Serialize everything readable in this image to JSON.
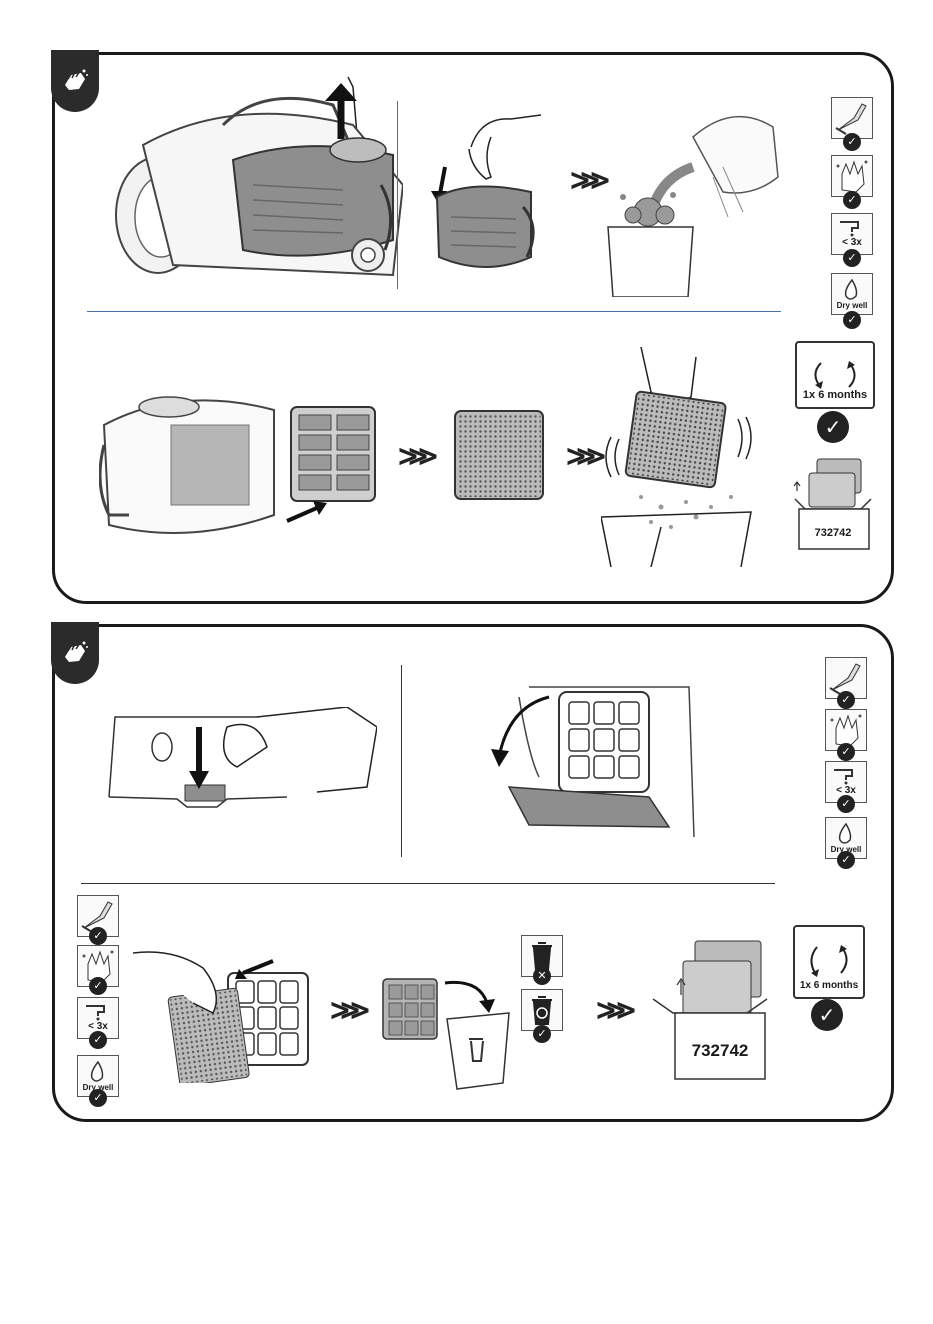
{
  "panel1": {
    "badge_icon": "hand-wipe-icon",
    "side_icons": [
      {
        "name": "brush-icon",
        "label": ""
      },
      {
        "name": "wash-hands-icon",
        "label": ""
      },
      {
        "name": "tap-icon",
        "label": "< 3x"
      },
      {
        "name": "dry-well-icon",
        "label": "Dry well"
      }
    ],
    "interval": "1x 6 months",
    "part_number": "732742"
  },
  "panel2": {
    "badge_icon": "hand-wipe-icon",
    "side_icons": [
      {
        "name": "brush-icon",
        "label": ""
      },
      {
        "name": "wash-hands-icon",
        "label": ""
      },
      {
        "name": "tap-icon",
        "label": "< 3x"
      },
      {
        "name": "dry-well-icon",
        "label": "Dry well"
      }
    ],
    "left_icons": [
      {
        "name": "brush-icon",
        "label": ""
      },
      {
        "name": "wash-hands-icon",
        "label": ""
      },
      {
        "name": "tap-icon",
        "label": "< 3x"
      },
      {
        "name": "dry-well-icon",
        "label": "Dry well"
      }
    ],
    "trash_icons": [
      {
        "name": "trash-bin-icon",
        "mark": "✕"
      },
      {
        "name": "recycle-bin-icon",
        "mark": "✓"
      }
    ],
    "interval": "1x 6 months",
    "part_number": "732742"
  },
  "colors": {
    "divider_blue": "#4a6ea8",
    "ink": "#1a1a1a",
    "fill_gray": "#9a9a9a"
  }
}
